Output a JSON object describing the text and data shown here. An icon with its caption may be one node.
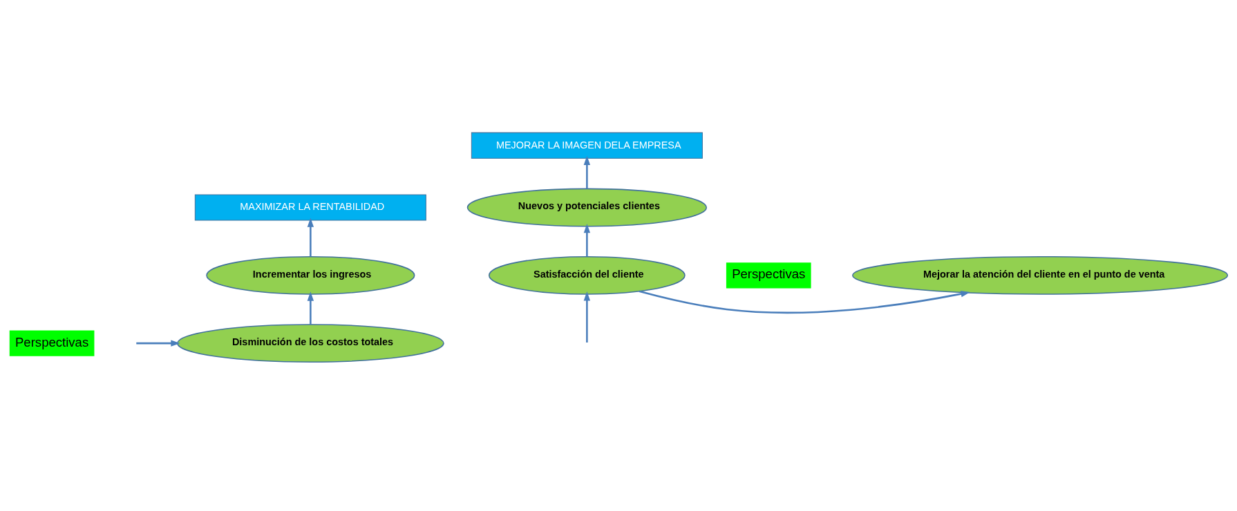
{
  "diagram": {
    "nodes": [
      {
        "text": [
          "MAXIMIZAR LA RENTABILIDAD"
        ]
      },
      {
        "text": [
          "Incrementar los ingresos"
        ]
      },
      {
        "text": [
          "Disminución de los costos totales"
        ]
      },
      {
        "text": [
          "MEJORAR LA IMAGEN DELA EMPRESA"
        ]
      },
      {
        "text": [
          "Nuevos y potenciales clientes"
        ]
      },
      {
        "text": [
          "Mejorar la atención del cliente en el punto de venta"
        ]
      },
      {
        "text": [
          "Satisfacción del cliente"
        ]
      }
    ],
    "edges": [
      {
        "from": 1,
        "to": 0,
        "arrow": "to"
      },
      {
        "from": 2,
        "to": 1,
        "arrow": "to"
      },
      {
        "from": null,
        "to": 2,
        "arrow": "to"
      },
      {
        "from": 4,
        "to": 3,
        "arrow": "to"
      },
      {
        "from": 6,
        "to": 4,
        "arrow": "to"
      },
      {
        "from": 6,
        "to": 5,
        "arrow": "to"
      },
      {
        "from": null,
        "to": 6,
        "arrow": "to"
      }
    ],
    "labels": [
      "Perspectivas",
      "Perspectivas"
    ]
  }
}
